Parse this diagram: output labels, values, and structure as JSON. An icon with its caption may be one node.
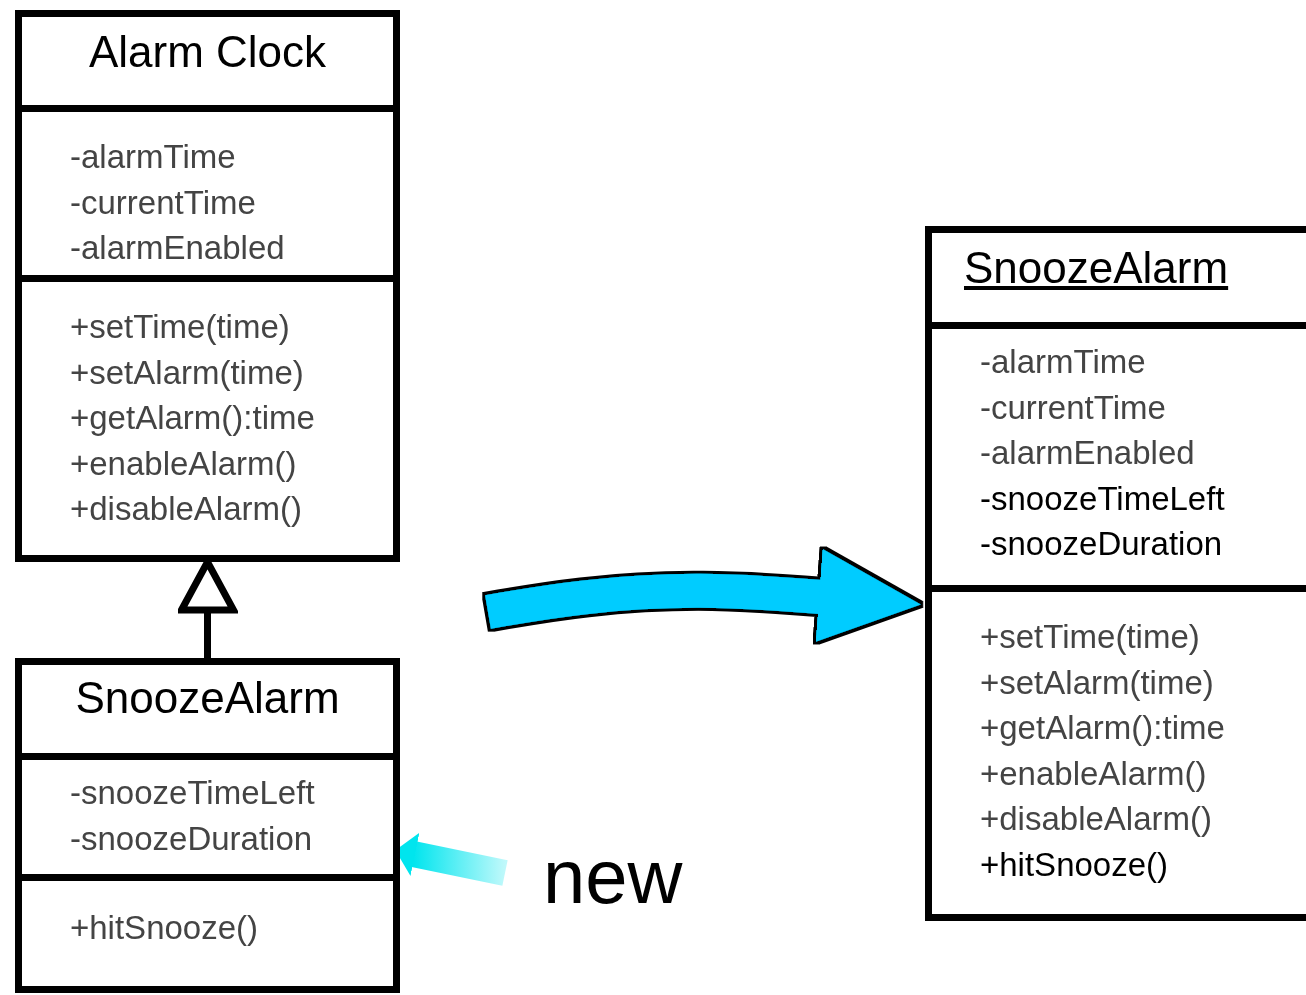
{
  "diagram": {
    "nodes": [
      {
        "text": [
          "Alarm Clock"
        ]
      },
      {
        "text": [
          "-alarmTime",
          "-currentTime",
          "-alarmEnabled"
        ],
        "in": 0
      },
      {
        "text": [
          "+setTime(time)",
          "+setAlarm(time)",
          "+getAlarm():time",
          "+enableAlarm()",
          "+disableAlarm()"
        ],
        "in": 0
      },
      {
        "text": [
          "SnoozeAlarm"
        ]
      },
      {
        "text": [
          "-snoozeTimeLeft",
          "-snoozeDuration"
        ],
        "in": 3
      },
      {
        "text": [
          "+hitSnooze()"
        ],
        "in": 3
      },
      {
        "text": [
          "SnoozeAlarm"
        ]
      },
      {
        "text": [
          "-alarmTime",
          "-currentTime",
          "-alarmEnabled",
          "-snoozeTimeLeft",
          "-snoozeDuration"
        ],
        "in": 6
      },
      {
        "text": [
          "+setTime(time)",
          "+setAlarm(time)",
          "+getAlarm():time",
          "+enableAlarm()",
          "+disableAlarm()",
          "+hitSnooze()"
        ],
        "in": 6
      },
      {
        "text": [
          "new"
        ]
      }
    ],
    "edges": [
      {
        "from": 3,
        "to": 0,
        "arrow": "to"
      },
      {
        "from": null,
        "to": 6,
        "arrow": "to",
        "style": "thick",
        "color": "#00ccff"
      },
      {
        "from": 9,
        "to": 4,
        "arrow": "to",
        "style": "thick",
        "color": "#00e5ee"
      }
    ]
  }
}
